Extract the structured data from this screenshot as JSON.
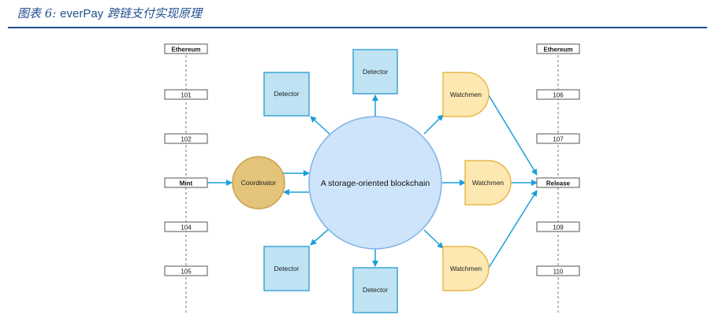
{
  "figure": {
    "caption_prefix": "图表 6:",
    "caption_brand": "everPay",
    "caption_rest": "跨链支付实现原理"
  },
  "diagram": {
    "center_label": "A storage-oriented blockchain",
    "coordinator_label": "Coordinator",
    "detector_label": "Detector",
    "watchmen_label": "Watchmen",
    "left_chain": {
      "header": "Ethereum",
      "blocks": [
        "101",
        "102",
        "Mint",
        "104",
        "105"
      ]
    },
    "right_chain": {
      "header": "Ethereum",
      "blocks": [
        "106",
        "107",
        "Release",
        "109",
        "110"
      ]
    },
    "colors": {
      "center_fill": "#cde4fa",
      "center_stroke": "#7fb2e5",
      "detector_fill": "#bfe3f3",
      "detector_stroke": "#3fa5d4",
      "watchmen_fill": "#fde8b2",
      "watchmen_stroke": "#e8b84a",
      "coordinator_fill": "#e4c37a",
      "coordinator_stroke": "#c9a24e",
      "arrow": "#1a9fd8",
      "caption": "#1f4e8c"
    }
  }
}
